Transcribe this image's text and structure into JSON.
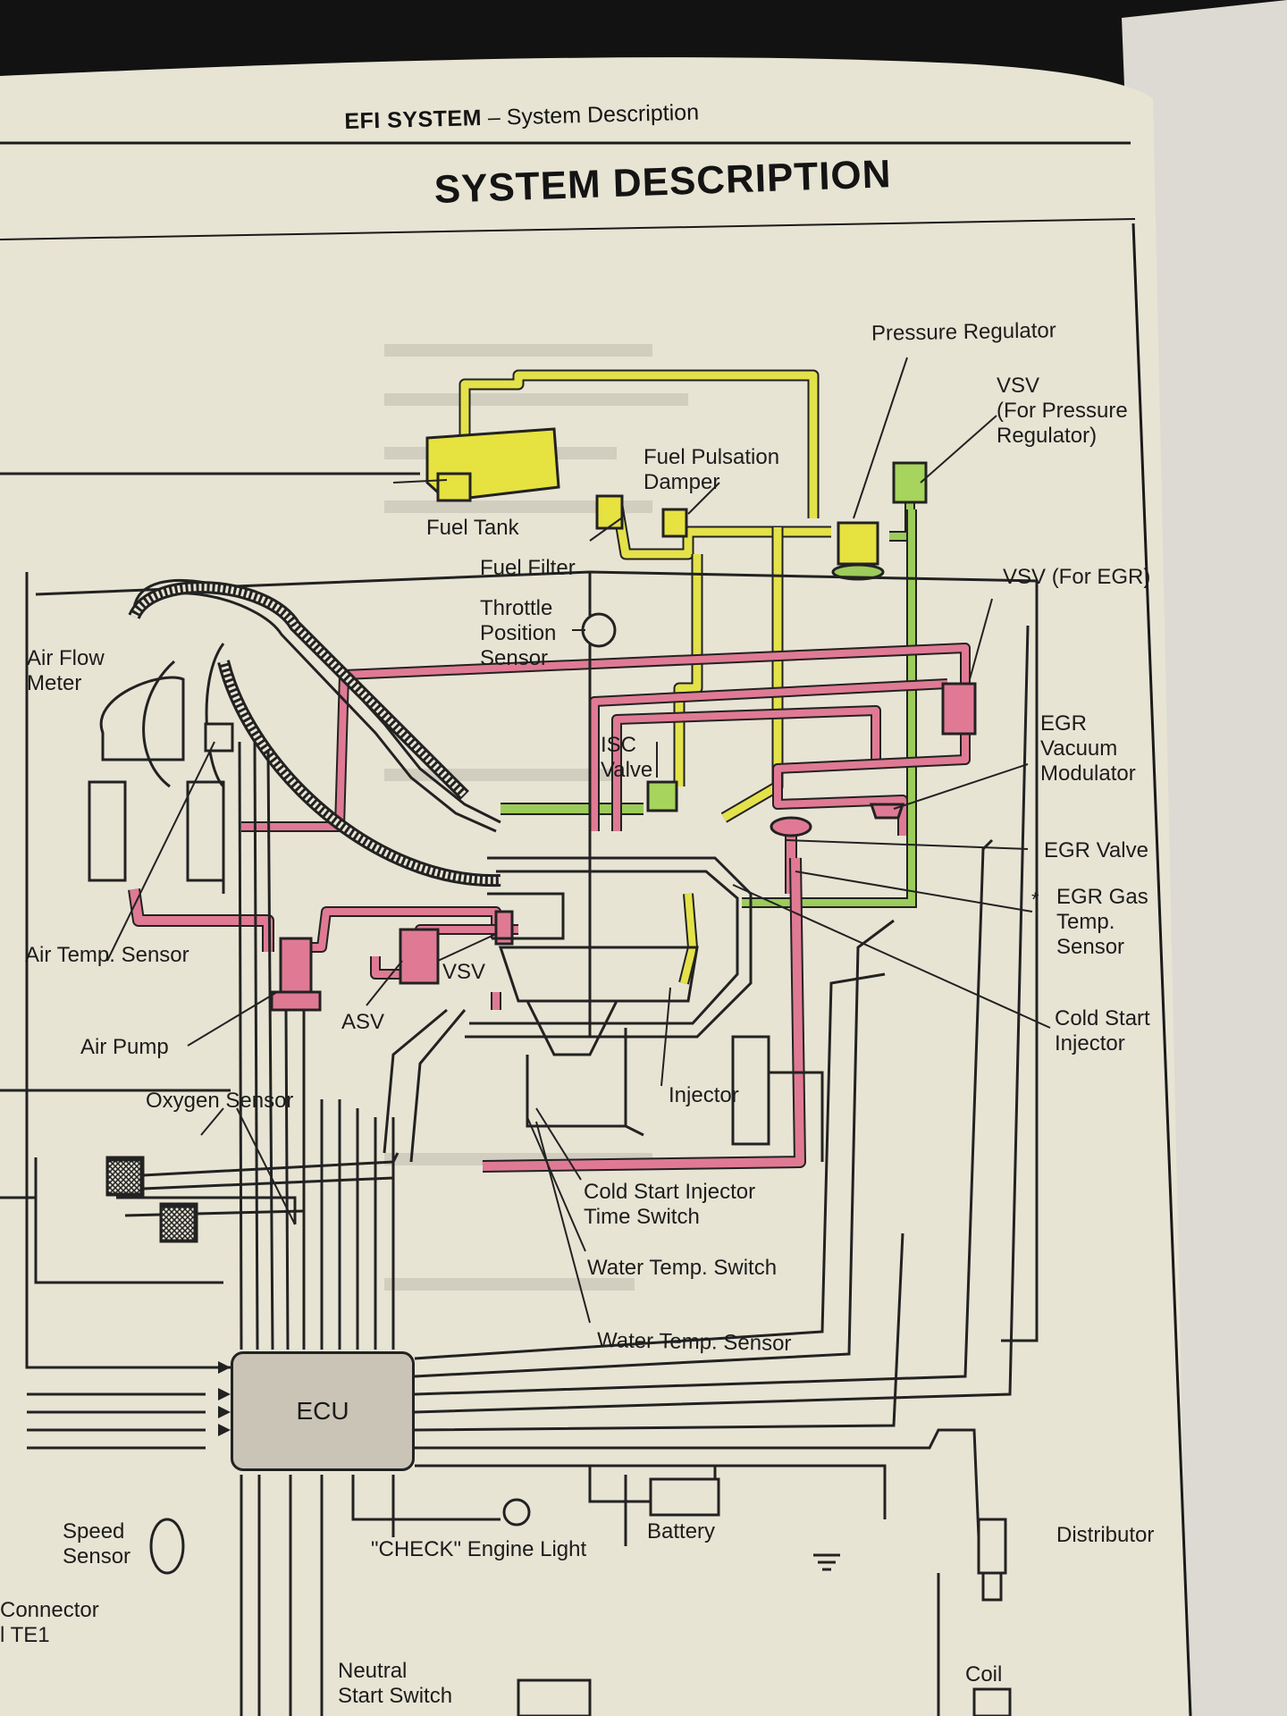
{
  "header": {
    "bold": "EFI SYSTEM",
    "rest": " – System Description"
  },
  "title": "SYSTEM DESCRIPTION",
  "labels": {
    "pressure_regulator": "Pressure Regulator",
    "vsv_pressure": "VSV\n(For Pressure\nRegulator)",
    "fuel_pulsation_damper": "Fuel Pulsation\nDamper",
    "fuel_tank": "Fuel Tank",
    "fuel_filter": "Fuel Filter",
    "throttle_position_sensor": "Throttle\nPosition\nSensor",
    "vsv_egr": "VSV (For EGR)",
    "air_flow_meter": "Air Flow\nMeter",
    "isc_valve": "ISC\nValve",
    "egr_vacuum_modulator": "EGR\nVacuum\nModulator",
    "egr_valve": "EGR Valve",
    "egr_gas_temp_sensor": "EGR Gas\nTemp.\nSensor",
    "air_temp_sensor": "Air Temp. Sensor",
    "vsv": "VSV",
    "asv": "ASV",
    "air_pump": "Air Pump",
    "cold_start_injector": "Cold Start\nInjector",
    "oxygen_sensor": "Oxygen Sensor",
    "injector": "Injector",
    "cold_start_injector_time_switch": "Cold Start Injector\nTime Switch",
    "water_temp_switch": "Water Temp. Switch",
    "water_temp_sensor": "Water Temp. Sensor",
    "ecu": "ECU",
    "speed_sensor": "Speed\nSensor",
    "check_engine_light": "\"CHECK\" Engine Light",
    "battery": "Battery",
    "distributor": "Distributor",
    "connector": "Connector\nl TE1",
    "neutral_start_switch": "Neutral\nStart Switch",
    "coil": "Coil"
  },
  "footnote_mark": "*",
  "colors": {
    "fuel_line": "#e4e24a",
    "vacuum_line": "#e07a94",
    "air_line": "#9ccc5a",
    "paper": "#e9e5d6",
    "ink": "#1e1e1e"
  }
}
